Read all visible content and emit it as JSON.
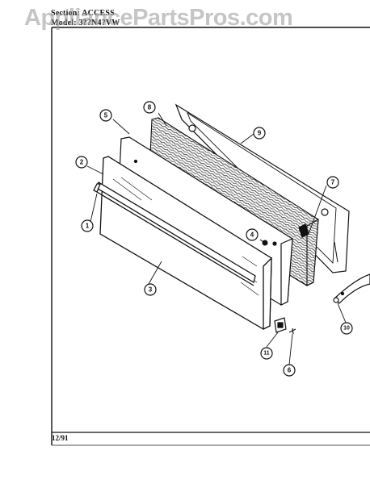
{
  "header": {
    "section_text": "Section: ACCESS",
    "model_text": "Model: 3??N4?VW"
  },
  "watermark": {
    "text": "AppliancePartsPros.com"
  },
  "footer": {
    "date_code": "12/91"
  },
  "callouts": [
    "1",
    "2",
    "3",
    "4",
    "5",
    "6",
    "7",
    "8",
    "9",
    "10",
    "11"
  ],
  "colors": {
    "ink": "#111111",
    "watermark": "#9a9a9a",
    "insulation": "#555555"
  }
}
